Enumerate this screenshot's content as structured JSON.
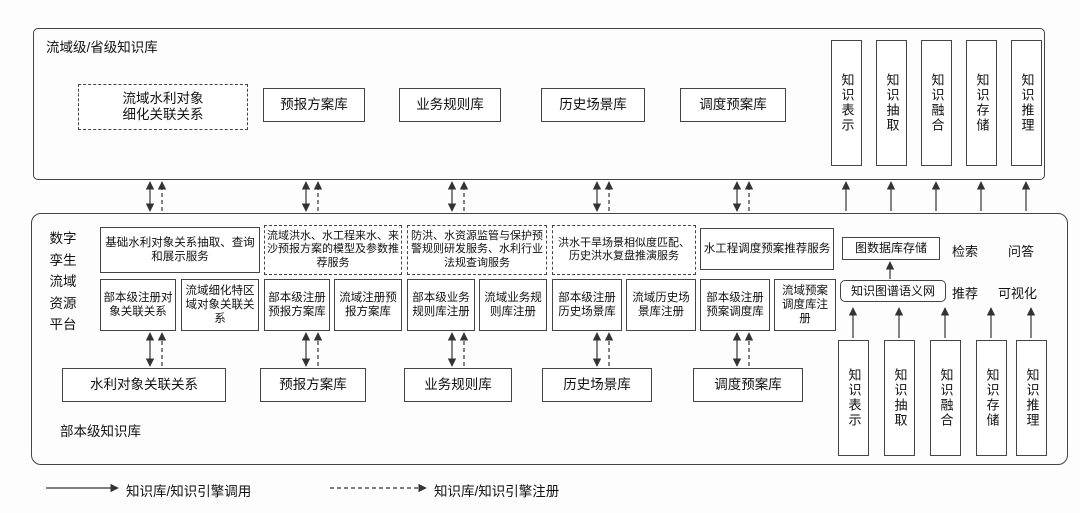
{
  "legend": {
    "call_label": "知识库/知识引擎调用",
    "register_label": "知识库/知识引擎注册"
  },
  "top": {
    "title": "流域级/省级知识库",
    "refined_relation": "流域水利对象\n细化关联关系",
    "libraries": [
      "预报方案库",
      "业务规则库",
      "历史场景库",
      "调度预案库"
    ],
    "knowledge_steps": [
      "知识表示",
      "知识抽取",
      "知识融合",
      "知识存储",
      "知识推理"
    ]
  },
  "middle": {
    "platform_label": "数字孪生流域资源平台",
    "services": [
      "基础水利对象关系抽取、查询和展示服务",
      "流域洪水、水工程来水、来沙预报方案的模型及参数推荐服务",
      "防洪、水资源监管与保护预警规则研发服务、水利行业法规查询服务",
      "洪水干旱场景相似度匹配、历史洪水复盘推演服务",
      "水工程调度预案推荐服务"
    ],
    "registrations": [
      "部本级注册对象关联关系",
      "流域细化特区域对象关联关系",
      "部本级注册预报方案库",
      "流域注册预报方案库",
      "部本级业务规则库注册",
      "流域业务规则库注册",
      "部本级注册历史场景库",
      "流域历史场景库注册",
      "部本级注册预案调度库",
      "流域预案调度库注册"
    ],
    "graph_store_label": "图数据库存储",
    "semantic_net_label": "知识图谱语义网",
    "capabilities": [
      "检索",
      "问答",
      "推荐",
      "可视化"
    ],
    "bottom_title": "部本级知识库",
    "bottom_libraries": [
      "水利对象关联关系",
      "预报方案库",
      "业务规则库",
      "历史场景库",
      "调度预案库"
    ],
    "knowledge_steps": [
      "知识表示",
      "知识抽取",
      "知识融合",
      "知识存储",
      "知识推理"
    ]
  }
}
